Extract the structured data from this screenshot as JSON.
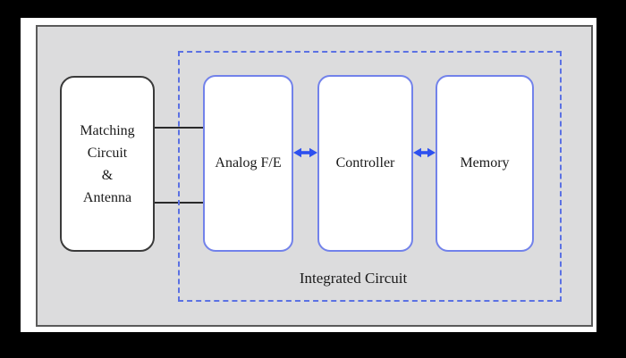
{
  "diagram": {
    "antenna_block": {
      "label_lines": [
        "Matching",
        "Circuit",
        "&",
        "Antenna"
      ]
    },
    "ic_container": {
      "label": "Integrated Circuit"
    },
    "blocks": [
      {
        "label": "Analog F/E"
      },
      {
        "label": "Controller"
      },
      {
        "label": "Memory"
      }
    ],
    "colors": {
      "panel_background": "#dcdcdd",
      "panel_border": "#5a5a5a",
      "dashed_container_border": "#5b71e3",
      "block_border_blue": "#7282ea",
      "arrow_blue": "#2d50ef",
      "antenna_box_border": "#3a3a3a",
      "text": "#1a1a1a"
    }
  }
}
